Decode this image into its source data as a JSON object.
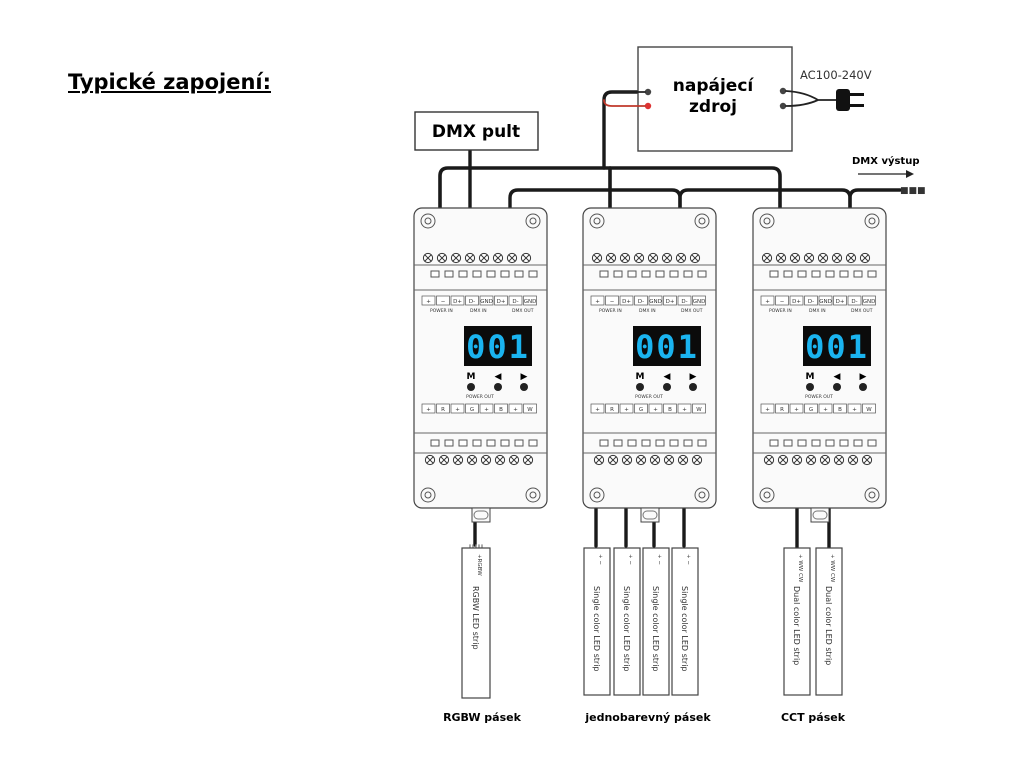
{
  "page": {
    "title": "Typické zapojení:"
  },
  "diagram": {
    "dmx_console": "DMX pult",
    "power_supply": {
      "line1": "napájecí",
      "line2": "zdroj",
      "input": "AC100-240V"
    },
    "dmx_output": "DMX výstup",
    "decoder": {
      "display": "001",
      "buttons": [
        "M",
        "◀",
        "▶"
      ],
      "top_terminals": [
        "+",
        "−",
        "D+",
        "D-",
        "GND",
        "D+",
        "D-",
        "GND"
      ],
      "top_groups": [
        "POWER IN",
        "DMX IN",
        "DMX OUT"
      ],
      "bottom_terminals": [
        "+",
        "R",
        "+",
        "G",
        "+",
        "B",
        "+",
        "W"
      ],
      "bottom_caption": "POWER OUT"
    },
    "strips": [
      {
        "label": "RGBW LED strip",
        "pins": "+RGBW"
      },
      {
        "label": "Single color LED strip",
        "pins": "+ −"
      },
      {
        "label": "Single color LED strip",
        "pins": "+ −"
      },
      {
        "label": "Single color LED strip",
        "pins": "+ −"
      },
      {
        "label": "Single color LED strip",
        "pins": "+ −"
      },
      {
        "label": "Dual color LED strip",
        "pins": "+ WW CW"
      },
      {
        "label": "Dual color LED strip",
        "pins": "+ WW CW"
      }
    ],
    "captions": [
      "RGBW pásek",
      "jednobarevný pásek",
      "CCT pásek"
    ]
  }
}
